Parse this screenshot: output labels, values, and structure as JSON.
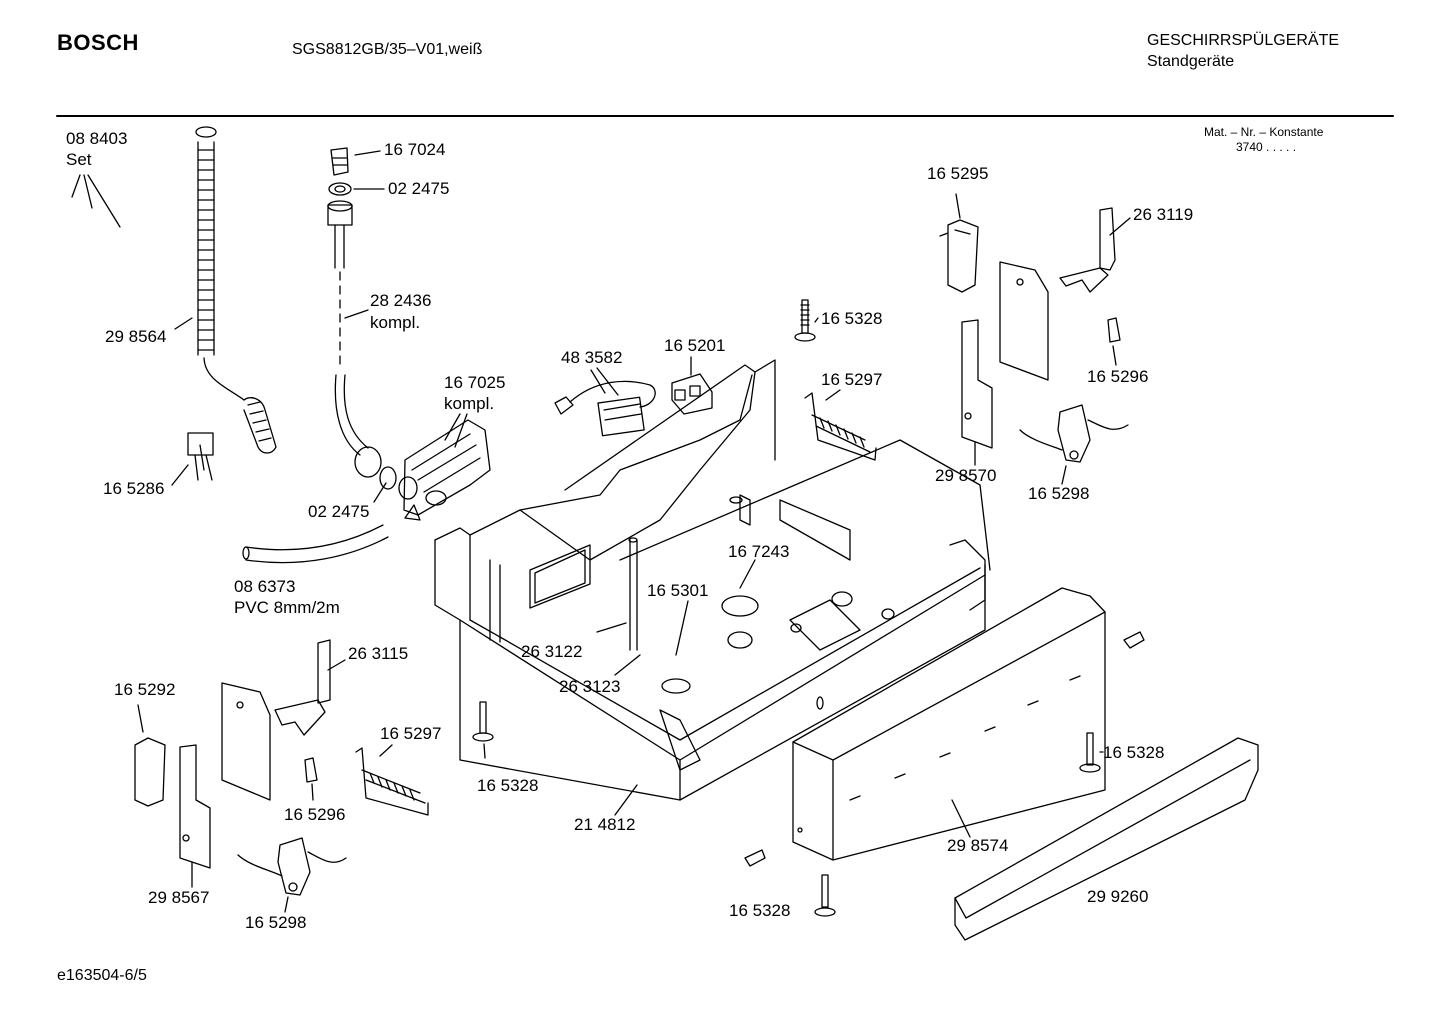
{
  "header": {
    "brand": "BOSCH",
    "model": "SGS8812GB/35–V01,weiß",
    "category": "GESCHIRRSPÜLGERÄTE",
    "subcategory": "Standgeräte",
    "mat_nr_label": "Mat. – Nr. – Konstante",
    "mat_nr_value": "3740  .  .  .  .  ."
  },
  "footer": {
    "drawing_id": "e163504-6/5"
  },
  "labels": {
    "set_number": "08 8403",
    "set_word": "Set",
    "p167024": "16 7024",
    "p022475a": "02 2475",
    "p282436": "28 2436",
    "kompl_a": "kompl.",
    "p298564": "29 8564",
    "p483582": "48 3582",
    "p165201": "16 5201",
    "p167025": "16 7025",
    "kompl_b": "kompl.",
    "p165328a": "16 5328",
    "p165297a": "16 5297",
    "p165295": "16 5295",
    "p263119": "26 3119",
    "p165296a": "16 5296",
    "p298570": "29 8570",
    "p165298a": "16 5298",
    "p165286": "16 5286",
    "p022475b": "02 2475",
    "p086373": "08 6373",
    "pvc": "PVC 8mm/2m",
    "p167243": "16 7243",
    "p165301": "16 5301",
    "p263122": "26 3122",
    "p263123": "26 3123",
    "p263115": "26 3115",
    "p165292": "16 5292",
    "p165297b": "16 5297",
    "p165296b": "16 5296",
    "p165328b": "16 5328",
    "p214812": "21 4812",
    "p298567": "29 8567",
    "p165298b": "16 5298",
    "p165328c": "16 5328",
    "p298574": "29 8574",
    "p165328d": "16 5328",
    "p299260": "29 9260"
  },
  "colors": {
    "line": "#000000",
    "background": "#ffffff"
  }
}
